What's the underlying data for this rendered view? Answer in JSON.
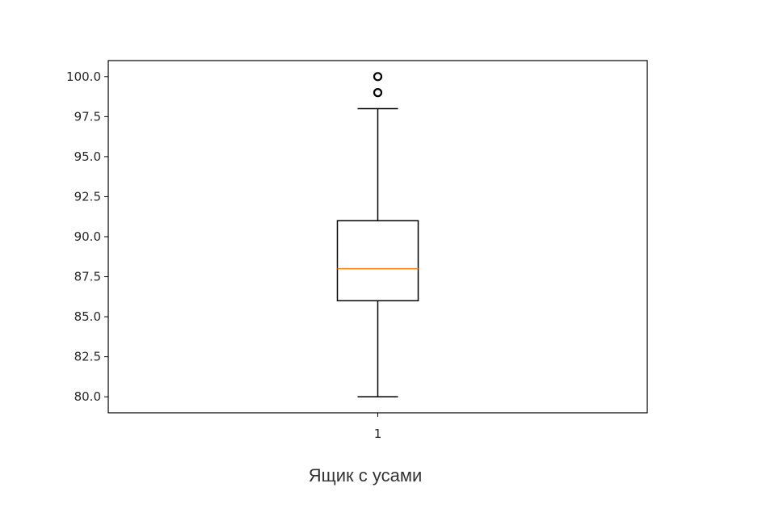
{
  "chart_data": {
    "type": "box",
    "categories": [
      "1"
    ],
    "boxes": [
      {
        "label": "1",
        "whisker_low": 80.0,
        "q1": 86.0,
        "median": 88.0,
        "q3": 91.0,
        "whisker_high": 98.0,
        "outliers": [
          99.0,
          100.0
        ]
      }
    ],
    "y_ticks": [
      "80.0",
      "82.5",
      "85.0",
      "87.5",
      "90.0",
      "92.5",
      "95.0",
      "97.5",
      "100.0"
    ],
    "ylim": [
      79.0,
      101.0
    ],
    "grid": false,
    "colors": {
      "box": "#000000",
      "median": "#ff7f0e",
      "frame": "#000000"
    }
  },
  "caption": "Ящик с усами"
}
